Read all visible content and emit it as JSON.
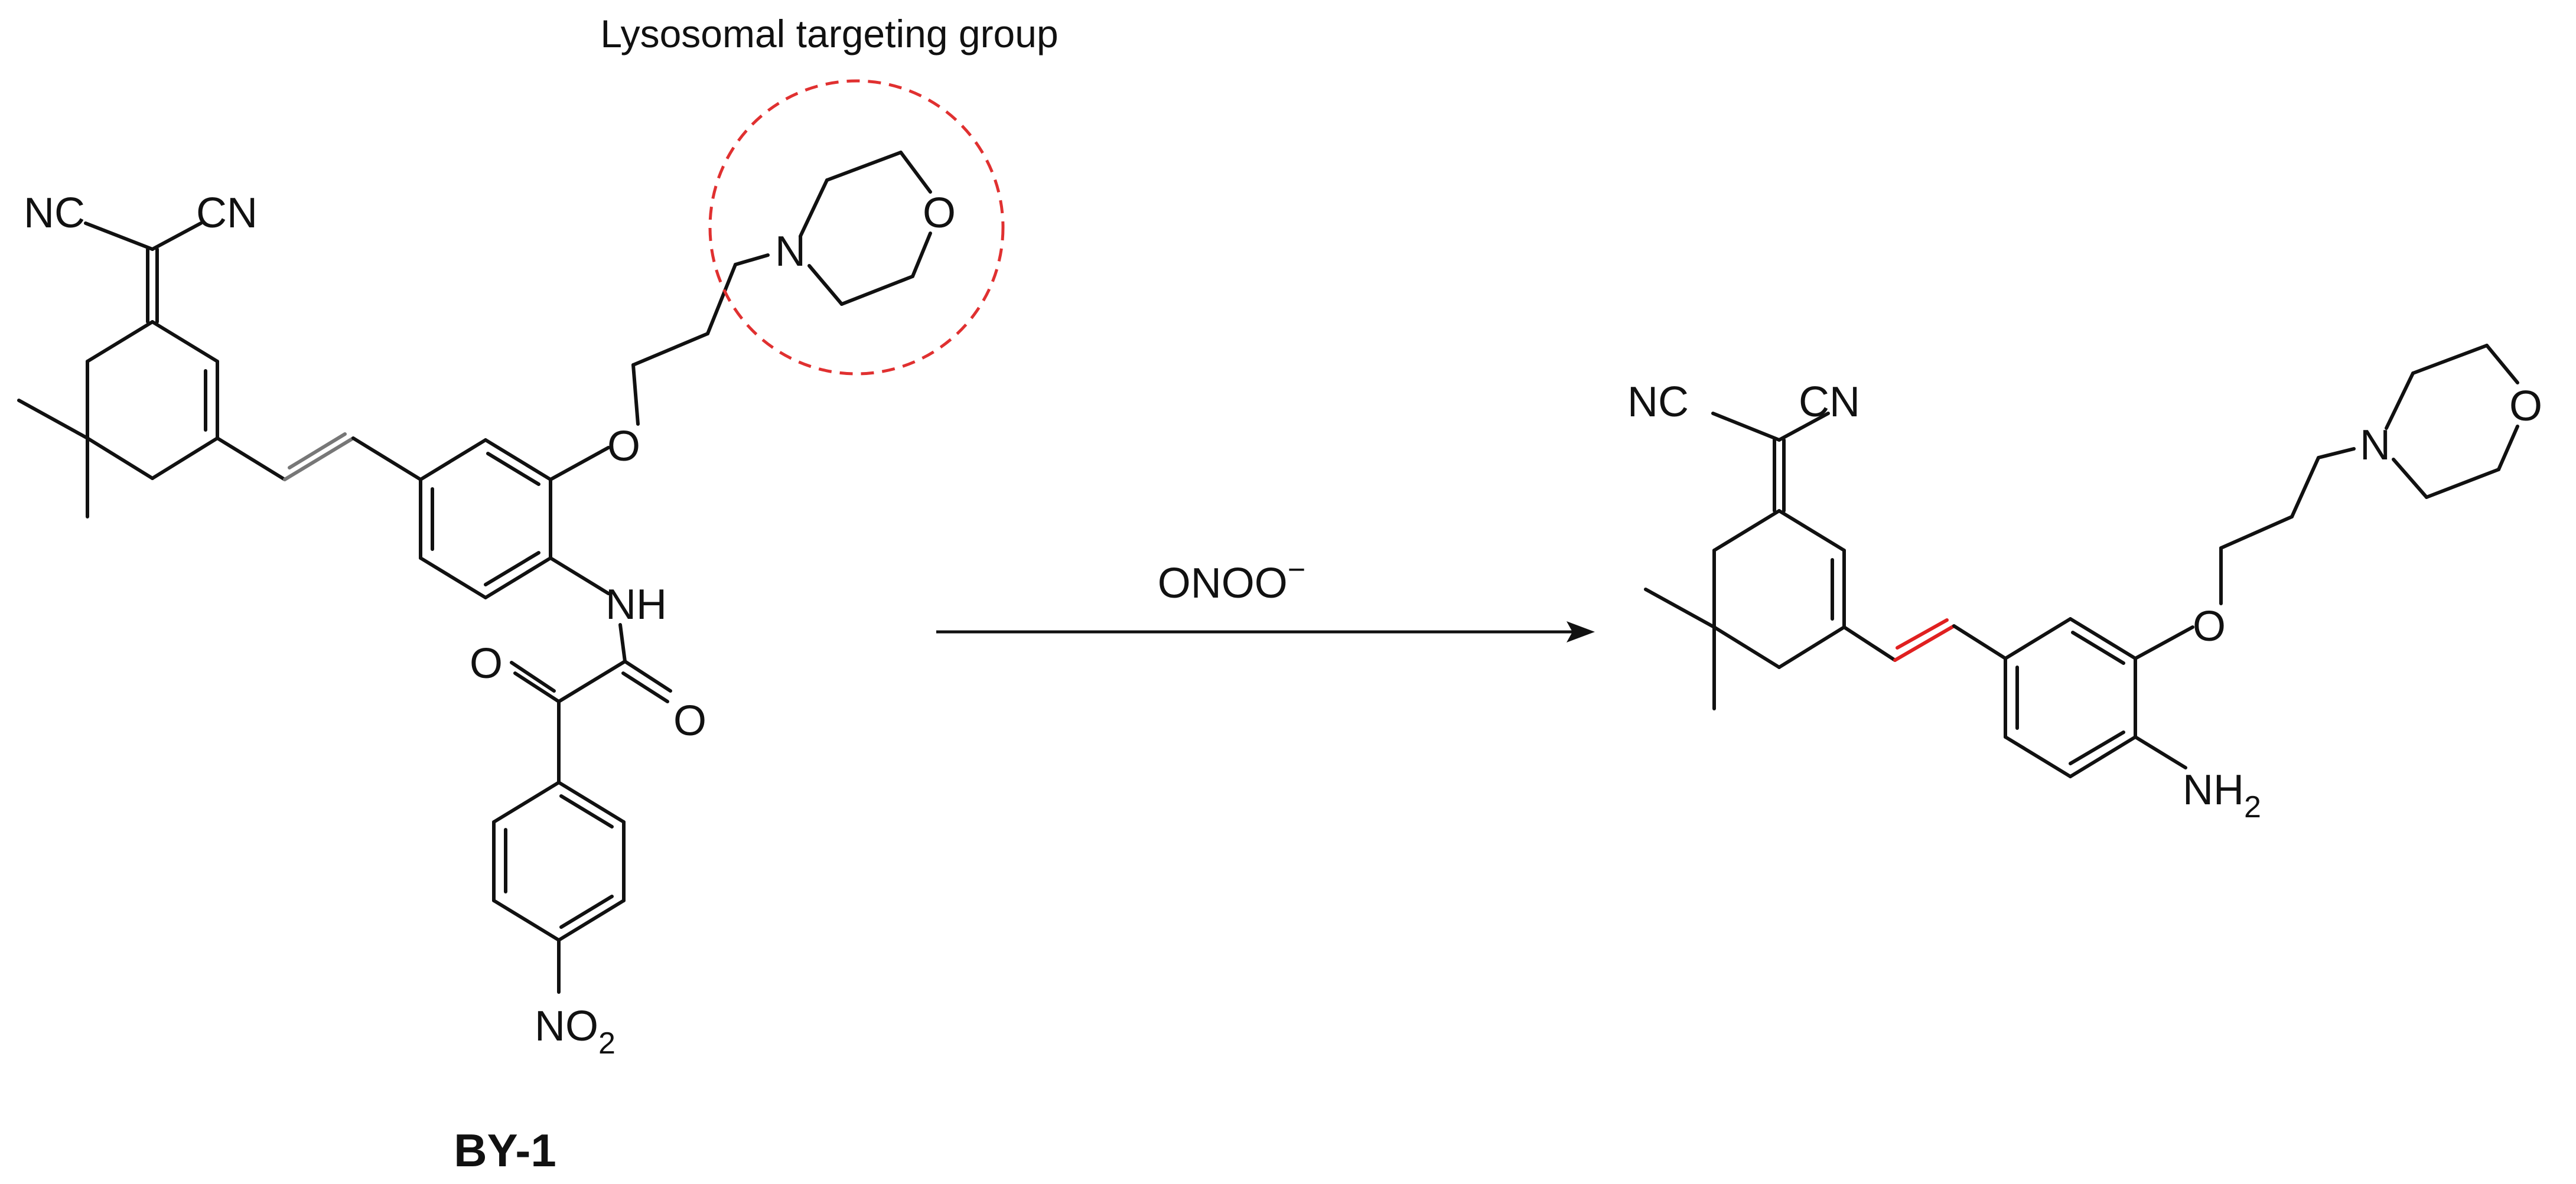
{
  "annotation": {
    "text": "Lysosomal targeting group",
    "circle_color": "#e03030"
  },
  "reactant": {
    "label": "BY-1",
    "atoms": {
      "nc_left": "NC",
      "cn_right": "CN",
      "ether_o": "O",
      "morpholine_n": "N",
      "morpholine_o": "O",
      "amide_nh": "NH",
      "ketone_o": "O",
      "amide_o": "O",
      "nitro_n": "NO",
      "nitro_sub": "2"
    }
  },
  "reaction": {
    "reagent": "ONOO",
    "reagent_charge": "−"
  },
  "product": {
    "atoms": {
      "nc_left": "NC",
      "cn_right": "CN",
      "ether_o": "O",
      "morpholine_n": "N",
      "morpholine_o": "O",
      "amine_n": "NH",
      "amine_sub": "2"
    },
    "highlight_color": "#e02020"
  },
  "colors": {
    "bond": "#111111",
    "reactant_alkene": "#777777"
  }
}
